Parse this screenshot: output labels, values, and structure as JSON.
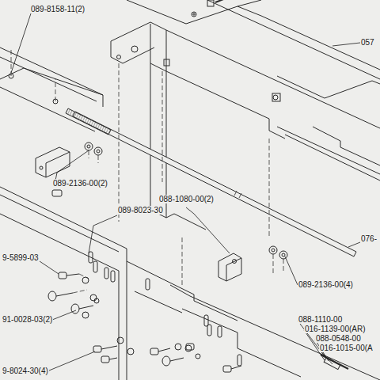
{
  "diagram": {
    "labels": [
      "089-8158-11(2)",
      "057",
      "089-2136-00(2)",
      "089-8023-30",
      "088-1080-00(2)",
      "076-",
      "9-5899-03",
      "089-2136-00(4)",
      "91-0028-03(2)",
      "088-1110-00",
      "016-1139-00(AR)",
      "088-0548-00",
      "016-1015-00(A",
      "9-8024-30(4)"
    ]
  }
}
